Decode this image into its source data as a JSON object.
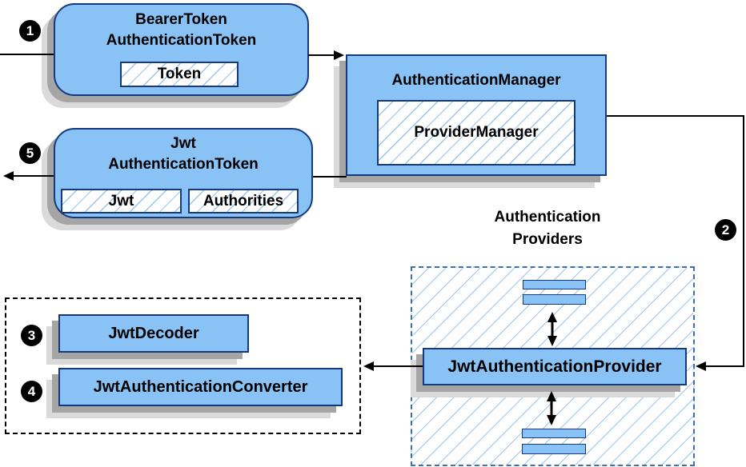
{
  "colors": {
    "fill": "#89c2f4",
    "stroke": "#16387c",
    "hatch": "#9cc6ee",
    "dashblue": "#3d6fae",
    "sh1": "#a5a5a5",
    "sh2": "#dadada"
  },
  "badges": {
    "step1": "1",
    "step2": "2",
    "step3": "3",
    "step4": "4",
    "step5": "5"
  },
  "nodes": {
    "bearer_token": {
      "line1": "BearerToken",
      "line2": "AuthenticationToken",
      "field": "Token"
    },
    "authentication_manager": {
      "title": "AuthenticationManager",
      "field": "ProviderManager"
    },
    "jwt_token": {
      "line1": "Jwt",
      "line2": "AuthenticationToken",
      "field1": "Jwt",
      "field2": "Authorities"
    },
    "providers_group": {
      "label_line1": "Authentication",
      "label_line2": "Providers"
    },
    "jwt_provider": {
      "title": "JwtAuthenticationProvider"
    },
    "jwt_decoder": {
      "title": "JwtDecoder"
    },
    "jwt_converter": {
      "title": "JwtAuthenticationConverter"
    }
  }
}
